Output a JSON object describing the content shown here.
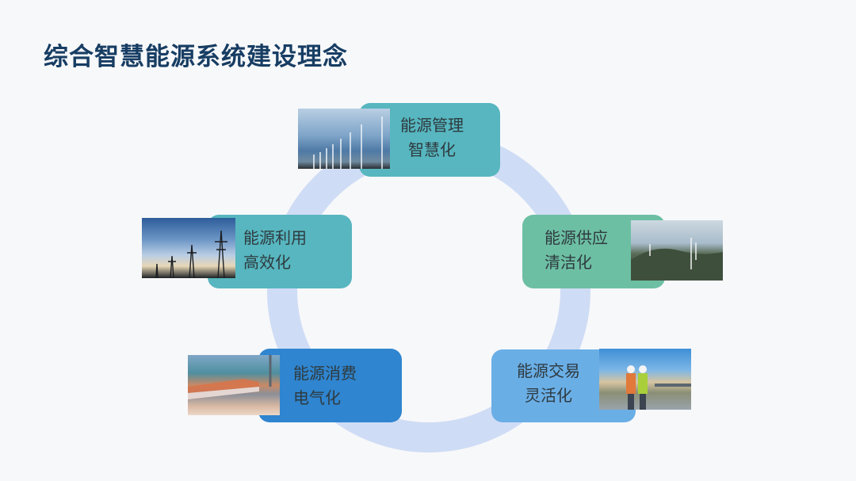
{
  "title": "综合智慧能源系统建设理念",
  "diagram": {
    "type": "cycle",
    "ring_color": "#cfdcf5",
    "items": [
      {
        "position": "top",
        "line1": "能源管理",
        "line2": "智慧化",
        "color": "#57b6bf",
        "photo": "wind-turbines-photo"
      },
      {
        "position": "right",
        "line1": "能源供应",
        "line2": "清洁化",
        "color": "#6dbfa3",
        "photo": "mountain-wind-farm-photo"
      },
      {
        "position": "bottom-right",
        "line1": "能源交易",
        "line2": "灵活化",
        "color": "#6aaee6",
        "photo": "engineers-solar-panels-photo"
      },
      {
        "position": "bottom-left",
        "line1": "能源消费",
        "line2": "电气化",
        "color": "#2f85cf",
        "photo": "electric-train-photo"
      },
      {
        "position": "left",
        "line1": "能源利用",
        "line2": "高效化",
        "color": "#57b6bf",
        "photo": "power-towers-photo"
      }
    ]
  }
}
